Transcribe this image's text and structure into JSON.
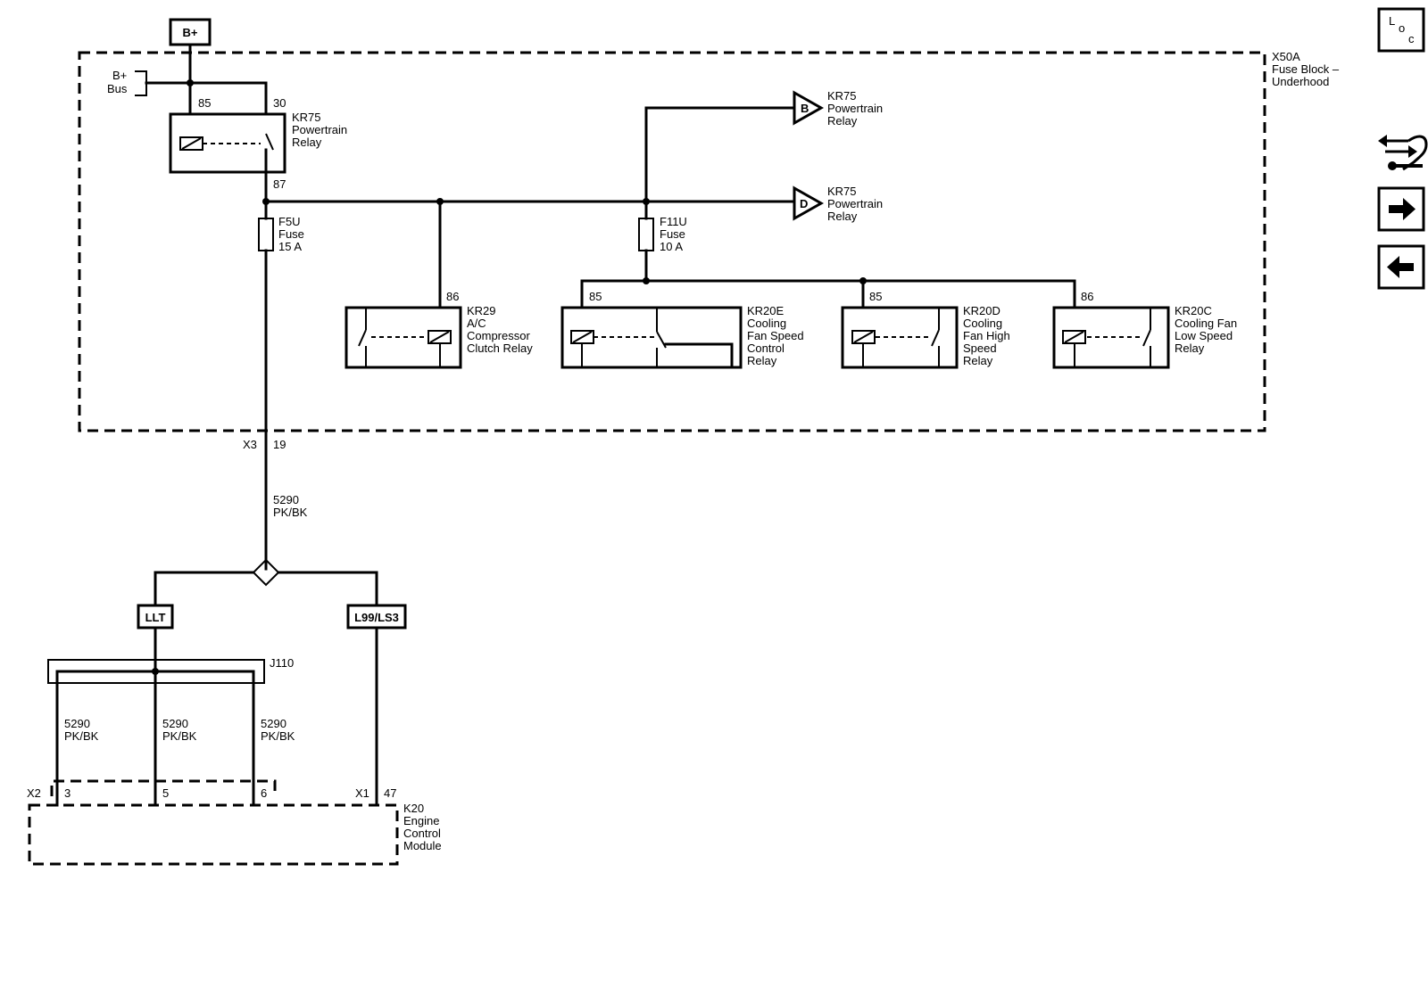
{
  "power_source": "B+",
  "bus_label": [
    "B+",
    "Bus"
  ],
  "fuse_block": {
    "id": "X50A",
    "name_lines": [
      "Fuse Block –",
      "Underhood"
    ]
  },
  "main_relay": {
    "id": "KR75",
    "name_lines": [
      "Powertrain",
      "Relay"
    ],
    "pin_85": "85",
    "pin_30": "30",
    "pin_87": "87"
  },
  "fuse_f5u": {
    "id": "F5U",
    "type": "Fuse",
    "rating": "15 A"
  },
  "fuse_f11u": {
    "id": "F11U",
    "type": "Fuse",
    "rating": "10 A"
  },
  "ref_b": {
    "letter": "B",
    "id": "KR75",
    "name_lines": [
      "Powertrain",
      "Relay"
    ]
  },
  "ref_d": {
    "letter": "D",
    "id": "KR75",
    "name_lines": [
      "Powertrain",
      "Relay"
    ]
  },
  "relays": [
    {
      "pin": "86",
      "id": "KR29",
      "name_lines": [
        "A/C",
        "Compressor",
        "Clutch Relay"
      ]
    },
    {
      "pin": "85",
      "id": "KR20E",
      "name_lines": [
        "Cooling",
        "Fan Speed",
        "Control",
        "Relay"
      ]
    },
    {
      "pin": "85",
      "id": "KR20D",
      "name_lines": [
        "Cooling",
        "Fan High",
        "Speed",
        "Relay"
      ]
    },
    {
      "pin": "86",
      "id": "KR20C",
      "name_lines": [
        "Cooling Fan",
        "Low Speed",
        "Relay"
      ]
    }
  ],
  "connector_x3": {
    "id": "X3",
    "pin": "19"
  },
  "circuit_main": {
    "number": "5290",
    "color": "PK/BK"
  },
  "options": {
    "left": "LLT",
    "right": "L99/LS3"
  },
  "splice": {
    "id": "J110"
  },
  "branches": [
    {
      "number": "5290",
      "color": "PK/BK"
    },
    {
      "number": "5290",
      "color": "PK/BK"
    },
    {
      "number": "5290",
      "color": "PK/BK"
    }
  ],
  "ecm": {
    "id": "K20",
    "name_lines": [
      "Engine",
      "Control",
      "Module"
    ],
    "x2": {
      "id": "X2",
      "pins": [
        "3",
        "5",
        "6"
      ]
    },
    "x1": {
      "id": "X1",
      "pin": "47"
    }
  },
  "nav": {
    "loc_icon": "location-icon",
    "harness_icon": "connector-harness-icon",
    "next_icon": "arrow-right-icon",
    "prev_icon": "arrow-left-icon",
    "loc_letters": [
      "L",
      "o",
      "c"
    ]
  }
}
